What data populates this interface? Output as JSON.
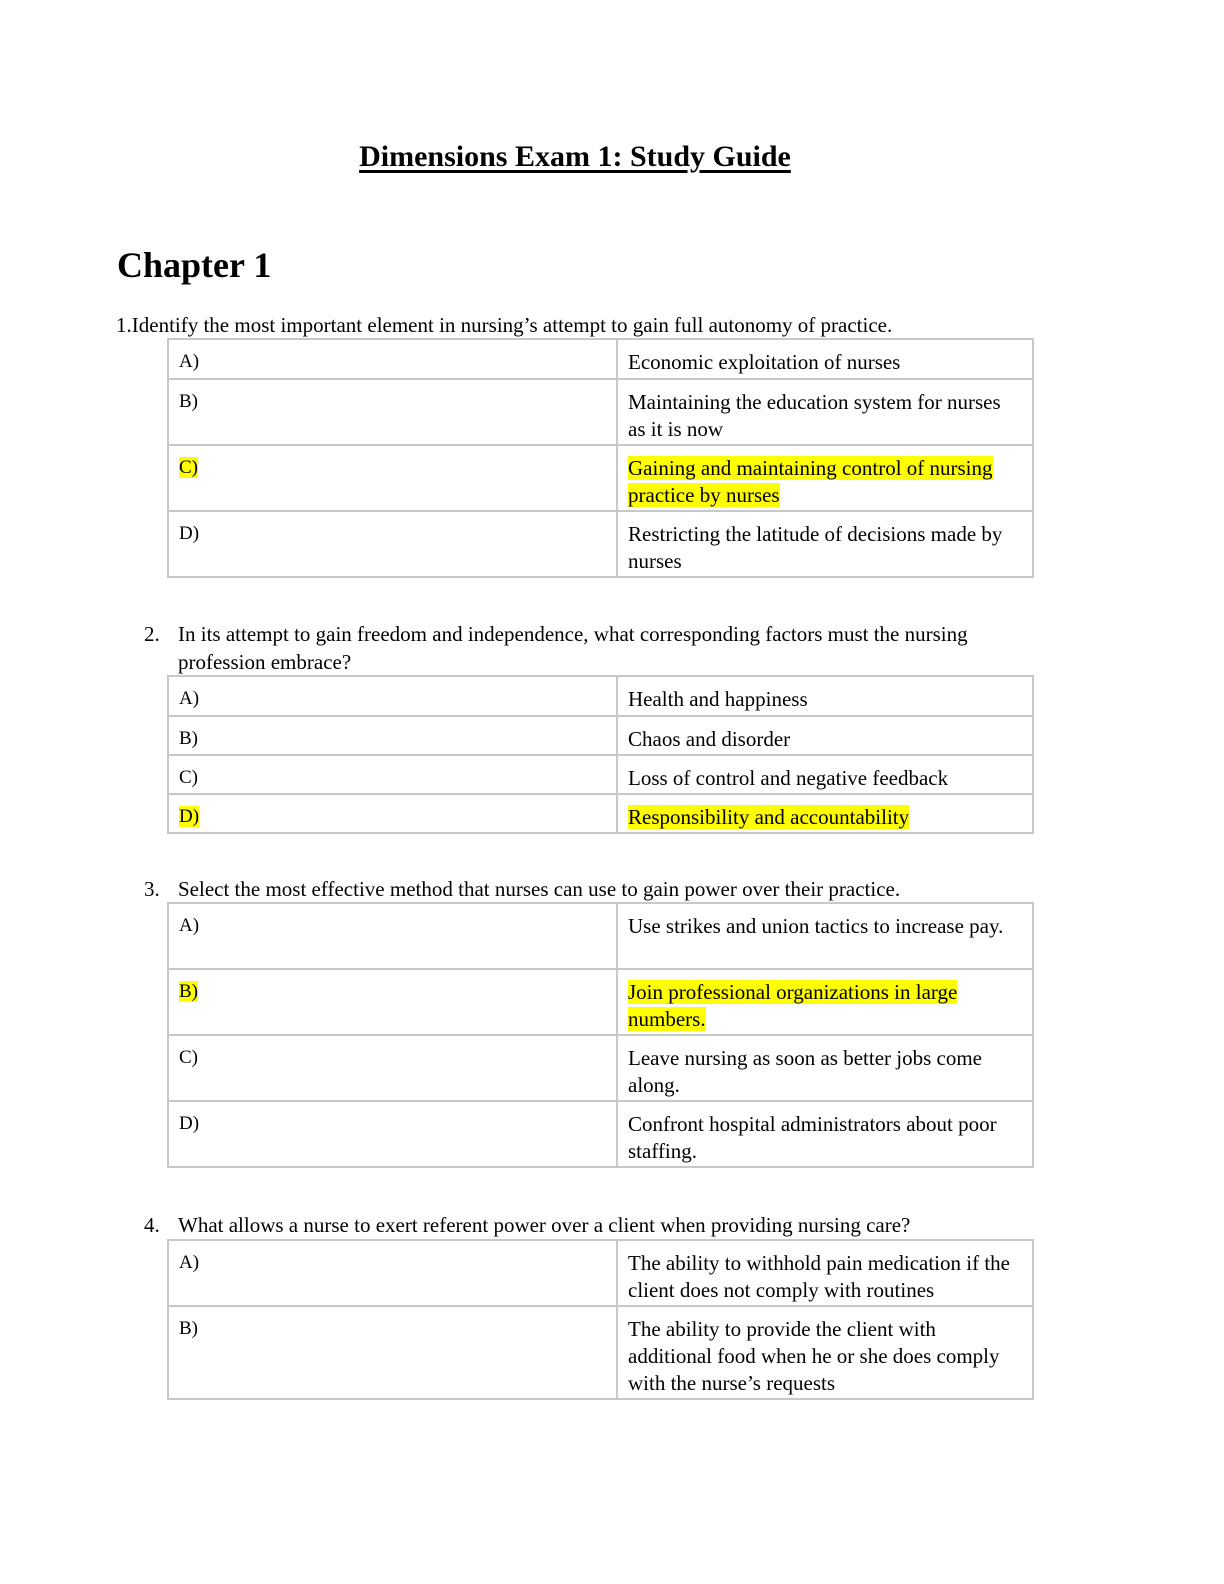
{
  "title": "Dimensions Exam 1: Study Guide",
  "chapter": "Chapter 1",
  "questions": [
    {
      "number": "1.",
      "text": "Identify the most important element in nursing’s attempt to gain full autonomy of practice.",
      "options": [
        {
          "letter": "A)",
          "text": "Economic exploitation of nurses",
          "highlighted": false
        },
        {
          "letter": "B)",
          "text": "Maintaining the education system for nurses as it is now",
          "highlighted": false
        },
        {
          "letter": "C)",
          "text": "Gaining and maintaining control of nursing practice by nurses",
          "highlighted": true
        },
        {
          "letter": "D)",
          "text": "Restricting the latitude of decisions made by nurses",
          "highlighted": false
        }
      ]
    },
    {
      "number": "2.",
      "text": "In its attempt to gain freedom and independence, what corresponding factors must the nursing profession embrace?",
      "options": [
        {
          "letter": "A)",
          "text": "Health and happiness",
          "highlighted": false
        },
        {
          "letter": "B)",
          "text": "Chaos and disorder",
          "highlighted": false
        },
        {
          "letter": "C)",
          "text": "Loss of control and negative feedback",
          "highlighted": false
        },
        {
          "letter": "D)",
          "text": "Responsibility and accountability",
          "highlighted": true
        }
      ]
    },
    {
      "number": "3.",
      "text": "Select the most effective method that nurses can use to gain power over their practice.",
      "options": [
        {
          "letter": "A)",
          "text": "Use strikes and union tactics to increase pay.",
          "highlighted": false
        },
        {
          "letter": "B)",
          "text": "Join professional organizations in large numbers.",
          "highlighted": true
        },
        {
          "letter": "C)",
          "text": "Leave nursing as soon as better jobs come along.",
          "highlighted": false
        },
        {
          "letter": "D)",
          "text": "Confront hospital administrators about poor staffing.",
          "highlighted": false
        }
      ]
    },
    {
      "number": "4.",
      "text": "What allows a nurse to exert referent power over a client when providing nursing care?",
      "options": [
        {
          "letter": "A)",
          "text": "The ability to withhold pain medication if the client does not comply with routines",
          "highlighted": false
        },
        {
          "letter": "B)",
          "text": "The ability to provide the client with additional food when he or she does comply with the nurse’s requests",
          "highlighted": false
        }
      ]
    }
  ],
  "colors": {
    "highlight": "#ffff00",
    "table_border": "#c8c8c8"
  }
}
